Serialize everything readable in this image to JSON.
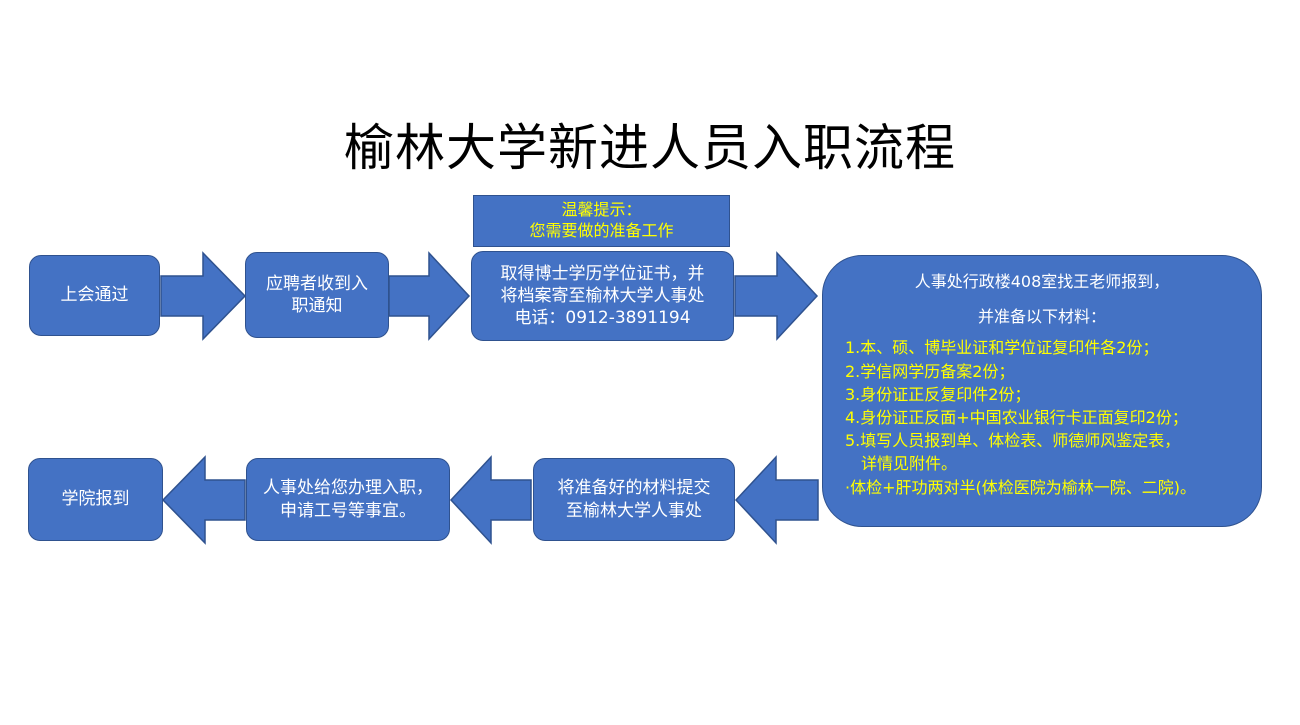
{
  "title": "榆林大学新进人员入职流程",
  "tip": {
    "line1": "温馨提示：",
    "line2": "您需要做的准备工作"
  },
  "steps": {
    "s1": "上会通过",
    "s2_line1": "应聘者收到入",
    "s2_line2": "职通知",
    "s3_line1": "取得博士学历学位证书，并",
    "s3_line2": "将档案寄至榆林大学人事处",
    "s3_line3": "电话：0912-3891194",
    "s5_line1": "将准备好的材料提交",
    "s5_line2": "至榆林大学人事处",
    "s6_line1": "人事处给您办理入职，",
    "s6_line2": "申请工号等事宜。",
    "s7": "学院报到"
  },
  "materials": {
    "head1": "人事处行政楼408室找王老师报到，",
    "head2": "并准备以下材料：",
    "items": [
      "1.本、硕、博毕业证和学位证复印件各2份；",
      "2.学信网学历备案2份；",
      "3.身份证正反复印件2份；",
      "4.身份证正反面+中国农业银行卡正面复印2份；",
      "5.填写人员报到单、体检表、师德师风鉴定表，",
      "详情见附件。",
      "·体检+肝功两对半(体检医院为榆林一院、二院)。"
    ]
  },
  "colors": {
    "box": "#4472C4",
    "border": "#2F528F",
    "tip_text": "#FFFF00",
    "text": "#FFFFFF"
  }
}
